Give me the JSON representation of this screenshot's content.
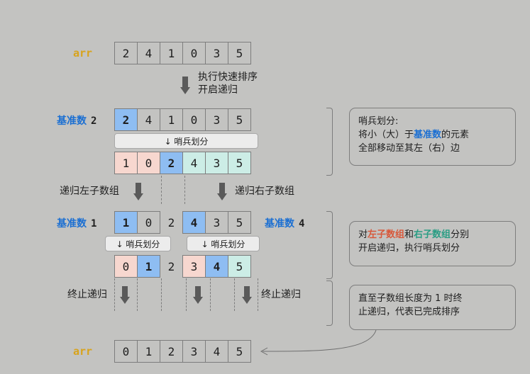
{
  "arr_label": "arr",
  "initial_array": [
    "2",
    "4",
    "1",
    "0",
    "3",
    "5"
  ],
  "step_quick_sort": [
    "执行快速排序",
    "开启递归"
  ],
  "pivot_text": "基准数",
  "pivot_top": "2",
  "partition_badge": "↓ 哨兵划分",
  "partitioned_array": [
    "1",
    "0",
    "2",
    "4",
    "3",
    "5"
  ],
  "recurse_left": "递归左子数组",
  "recurse_right": "递归右子数组",
  "pivot_left": "1",
  "pivot_right": "4",
  "level2_before": [
    "1",
    "0",
    "2",
    "4",
    "3",
    "5"
  ],
  "level2_after": [
    "0",
    "1",
    "2",
    "3",
    "4",
    "5"
  ],
  "terminate": "终止递归",
  "final_array": [
    "0",
    "1",
    "2",
    "3",
    "4",
    "5"
  ],
  "note1": {
    "title": "哨兵划分:",
    "pre": "将小（大）于",
    "key": "基准数",
    "post": "的元素",
    "line3": "全部移动至其左（右）边"
  },
  "note2": {
    "pre": "对",
    "left": "左子数组",
    "and": "和",
    "right": "右子数组",
    "post": "分别",
    "line2": "开启递归，执行哨兵划分"
  },
  "note3": {
    "line1": "直至子数组长度为 1 时终",
    "line2": "止递归，代表已完成排序"
  },
  "colors": {
    "background": "#c3c3c1",
    "pivot_blue": "#8ebdf2",
    "left_red": "#f7d7cf",
    "right_green": "#ccede6",
    "arr_gold": "#d8a31c"
  }
}
